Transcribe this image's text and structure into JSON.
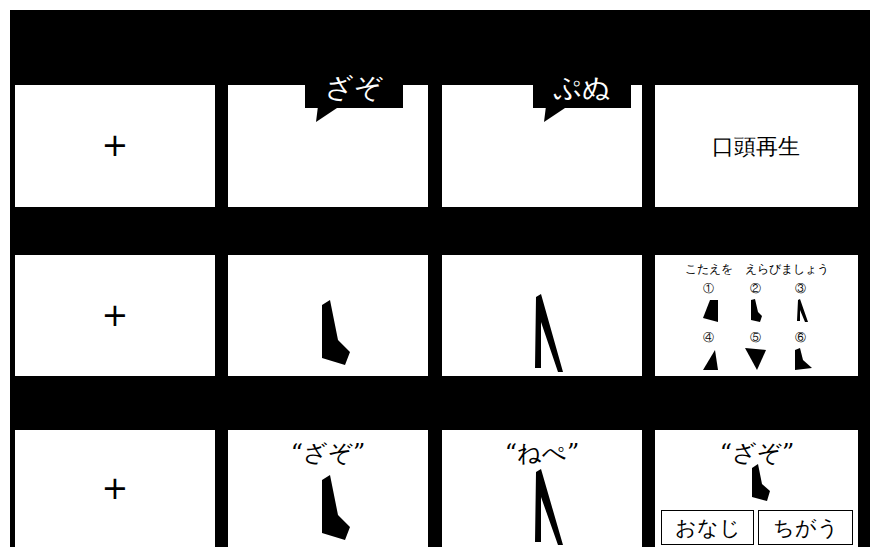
{
  "diagram": {
    "nodes": [
      {
        "text": [
          "+"
        ]
      },
      {
        "text": [
          "ざぞ"
        ]
      },
      {
        "text": [
          "ぷぬ"
        ]
      },
      {
        "text": [
          "口頭再生"
        ]
      },
      {
        "text": [
          "+"
        ]
      },
      {
        "text": [
          "こたえを　えらびましょう",
          "①",
          "②",
          "③",
          "④",
          "⑤",
          "⑥"
        ]
      },
      {
        "text": [
          "+"
        ]
      },
      {
        "text": [
          "“ざぞ”"
        ]
      },
      {
        "text": [
          "“ねぺ”"
        ]
      },
      {
        "text": [
          "“ざぞ”"
        ]
      },
      {
        "text": [
          "おなじ"
        ],
        "in": 9
      },
      {
        "text": [
          "ちがう"
        ],
        "in": 9
      }
    ]
  }
}
